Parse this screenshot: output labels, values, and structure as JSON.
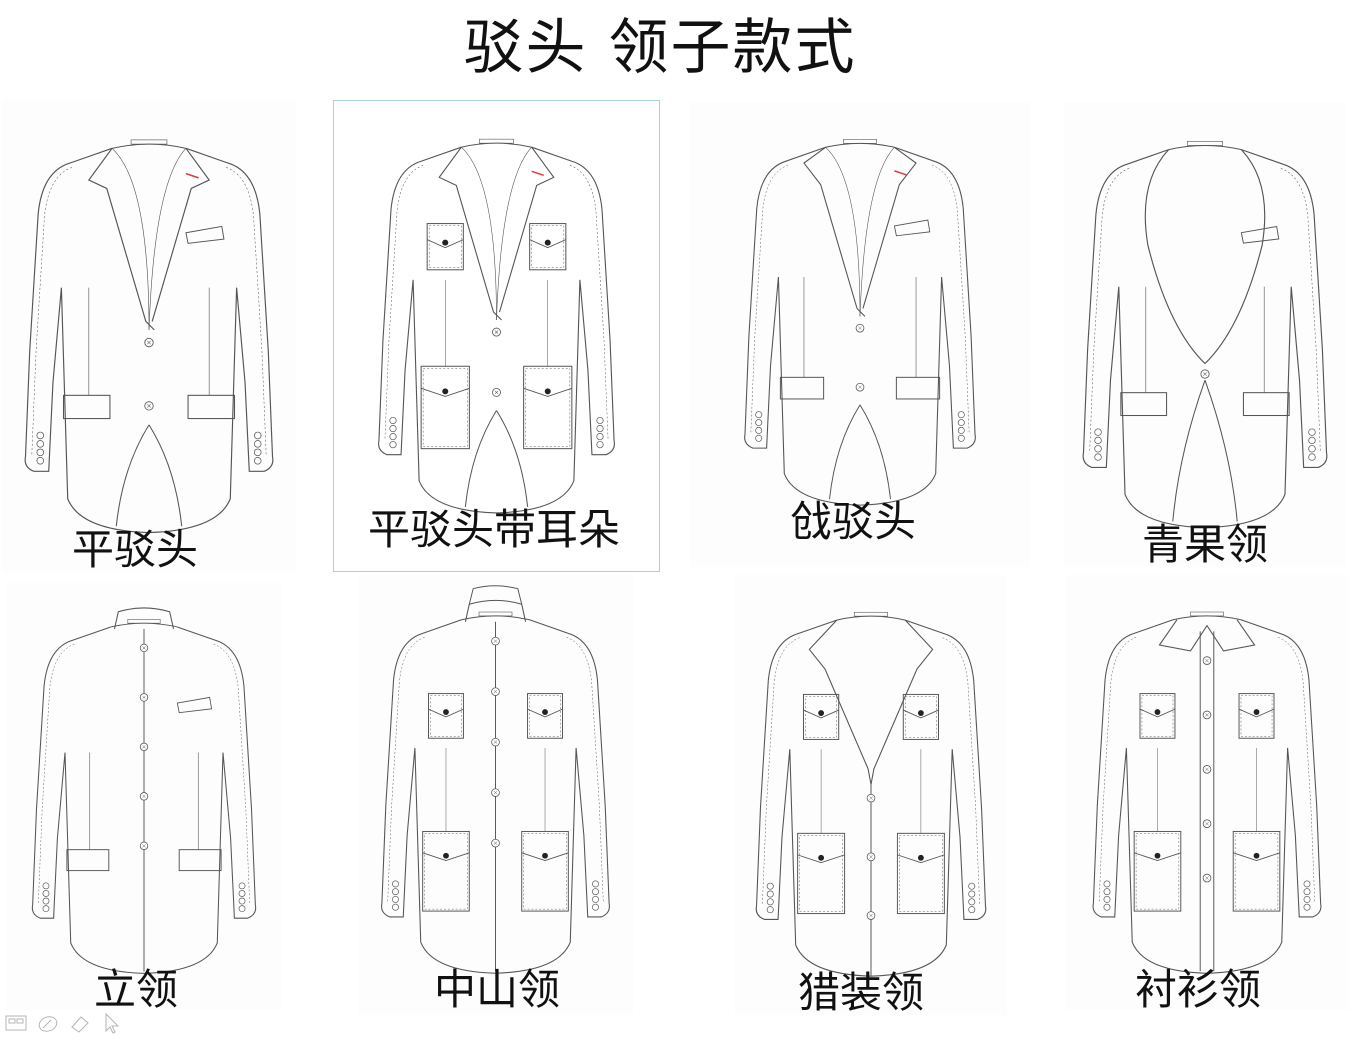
{
  "title": "驳头 领子款式",
  "items": [
    {
      "label": "平驳头",
      "collar": "notch",
      "pockets": "flap",
      "chest_welt": true,
      "ticket_pocket": true,
      "buttons": 2
    },
    {
      "label": "平驳头带耳朵",
      "collar": "notch",
      "pockets": "patch4",
      "buttons": 2,
      "selected": true
    },
    {
      "label": "戗驳头",
      "collar": "peak",
      "pockets": "flap",
      "chest_welt": true,
      "buttons": 2
    },
    {
      "label": "青果领",
      "collar": "shawl",
      "pockets": "flap",
      "chest_welt": true,
      "buttons": 1
    },
    {
      "label": "立领",
      "collar": "stand",
      "pockets": "flap",
      "chest_welt": true,
      "buttons": 5
    },
    {
      "label": "中山领",
      "collar": "zhongshan",
      "pockets": "patch4",
      "buttons": 5
    },
    {
      "label": "猎装领",
      "collar": "safari",
      "pockets": "patch4",
      "buttons": 3
    },
    {
      "label": "衬衫领",
      "collar": "shirt",
      "pockets": "patch4",
      "buttons": 5
    }
  ],
  "colors": {
    "line": "#555555",
    "accent": "#e23a3a",
    "selection": "#a9d4de"
  },
  "toolbar_icons": [
    "slide-sorter-icon",
    "pen-icon",
    "eraser-icon",
    "pointer-icon"
  ]
}
